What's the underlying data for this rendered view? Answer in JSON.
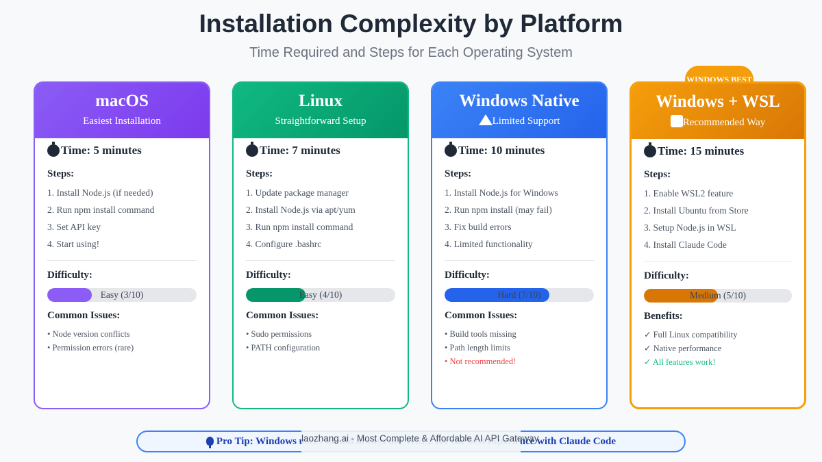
{
  "title": "Installation Complexity by Platform",
  "subtitle": "Time Required and Steps for Each Operating System",
  "badge": "WINDOWS BEST",
  "cards": [
    {
      "name": "macOS",
      "tagline": "Easiest Installation",
      "time": "Time: 5 minutes",
      "steps_label": "Steps:",
      "steps": [
        "1. Install Node.js (if needed)",
        "2. Run npm install command",
        "3. Set API key",
        "4. Start using!"
      ],
      "difficulty_label": "Difficulty:",
      "difficulty_text": "Easy (3/10)",
      "difficulty_score": 3,
      "issues_label": "Common Issues:",
      "issues": [
        "• Node version conflicts",
        "• Permission errors (rare)"
      ],
      "accent": "#8b5cf6"
    },
    {
      "name": "Linux",
      "tagline": "Straightforward Setup",
      "time": "Time: 7 minutes",
      "steps_label": "Steps:",
      "steps": [
        "1. Update package manager",
        "2. Install Node.js via apt/yum",
        "3. Run npm install command",
        "4. Configure .bashrc"
      ],
      "difficulty_label": "Difficulty:",
      "difficulty_text": "Easy (4/10)",
      "difficulty_score": 4,
      "issues_label": "Common Issues:",
      "issues": [
        "• Sudo permissions",
        "• PATH configuration"
      ],
      "accent": "#10b981"
    },
    {
      "name": "Windows Native",
      "tagline": "Limited Support",
      "time": "Time: 10 minutes",
      "steps_label": "Steps:",
      "steps": [
        "1. Install Node.js for Windows",
        "2. Run npm install (may fail)",
        "3. Fix build errors",
        "4. Limited functionality"
      ],
      "difficulty_label": "Difficulty:",
      "difficulty_text": "Hard (7/10)",
      "difficulty_score": 7,
      "issues_label": "Common Issues:",
      "issues": [
        "• Build tools missing",
        "• Path length limits",
        "• Not recommended!"
      ],
      "accent": "#3b82f6"
    },
    {
      "name": "Windows + WSL",
      "tagline": "Recommended Way",
      "time": "Time: 15 minutes",
      "steps_label": "Steps:",
      "steps": [
        "1. Enable WSL2 feature",
        "2. Install Ubuntu from Store",
        "3. Setup Node.js in WSL",
        "4. Install Claude Code"
      ],
      "difficulty_label": "Difficulty:",
      "difficulty_text": "Medium (5/10)",
      "difficulty_score": 5,
      "issues_label": "Benefits:",
      "issues": [
        "✓ Full Linux compatibility",
        "✓ Native performance",
        "✓ All features work!"
      ],
      "accent": "#f59e0b"
    }
  ],
  "tip_text": "Pro Tip: Windows users should always use WSL2 for the best experience with Claude Code",
  "watermark": "laozhang.ai - Most Complete & Affordable AI API Gateway"
}
